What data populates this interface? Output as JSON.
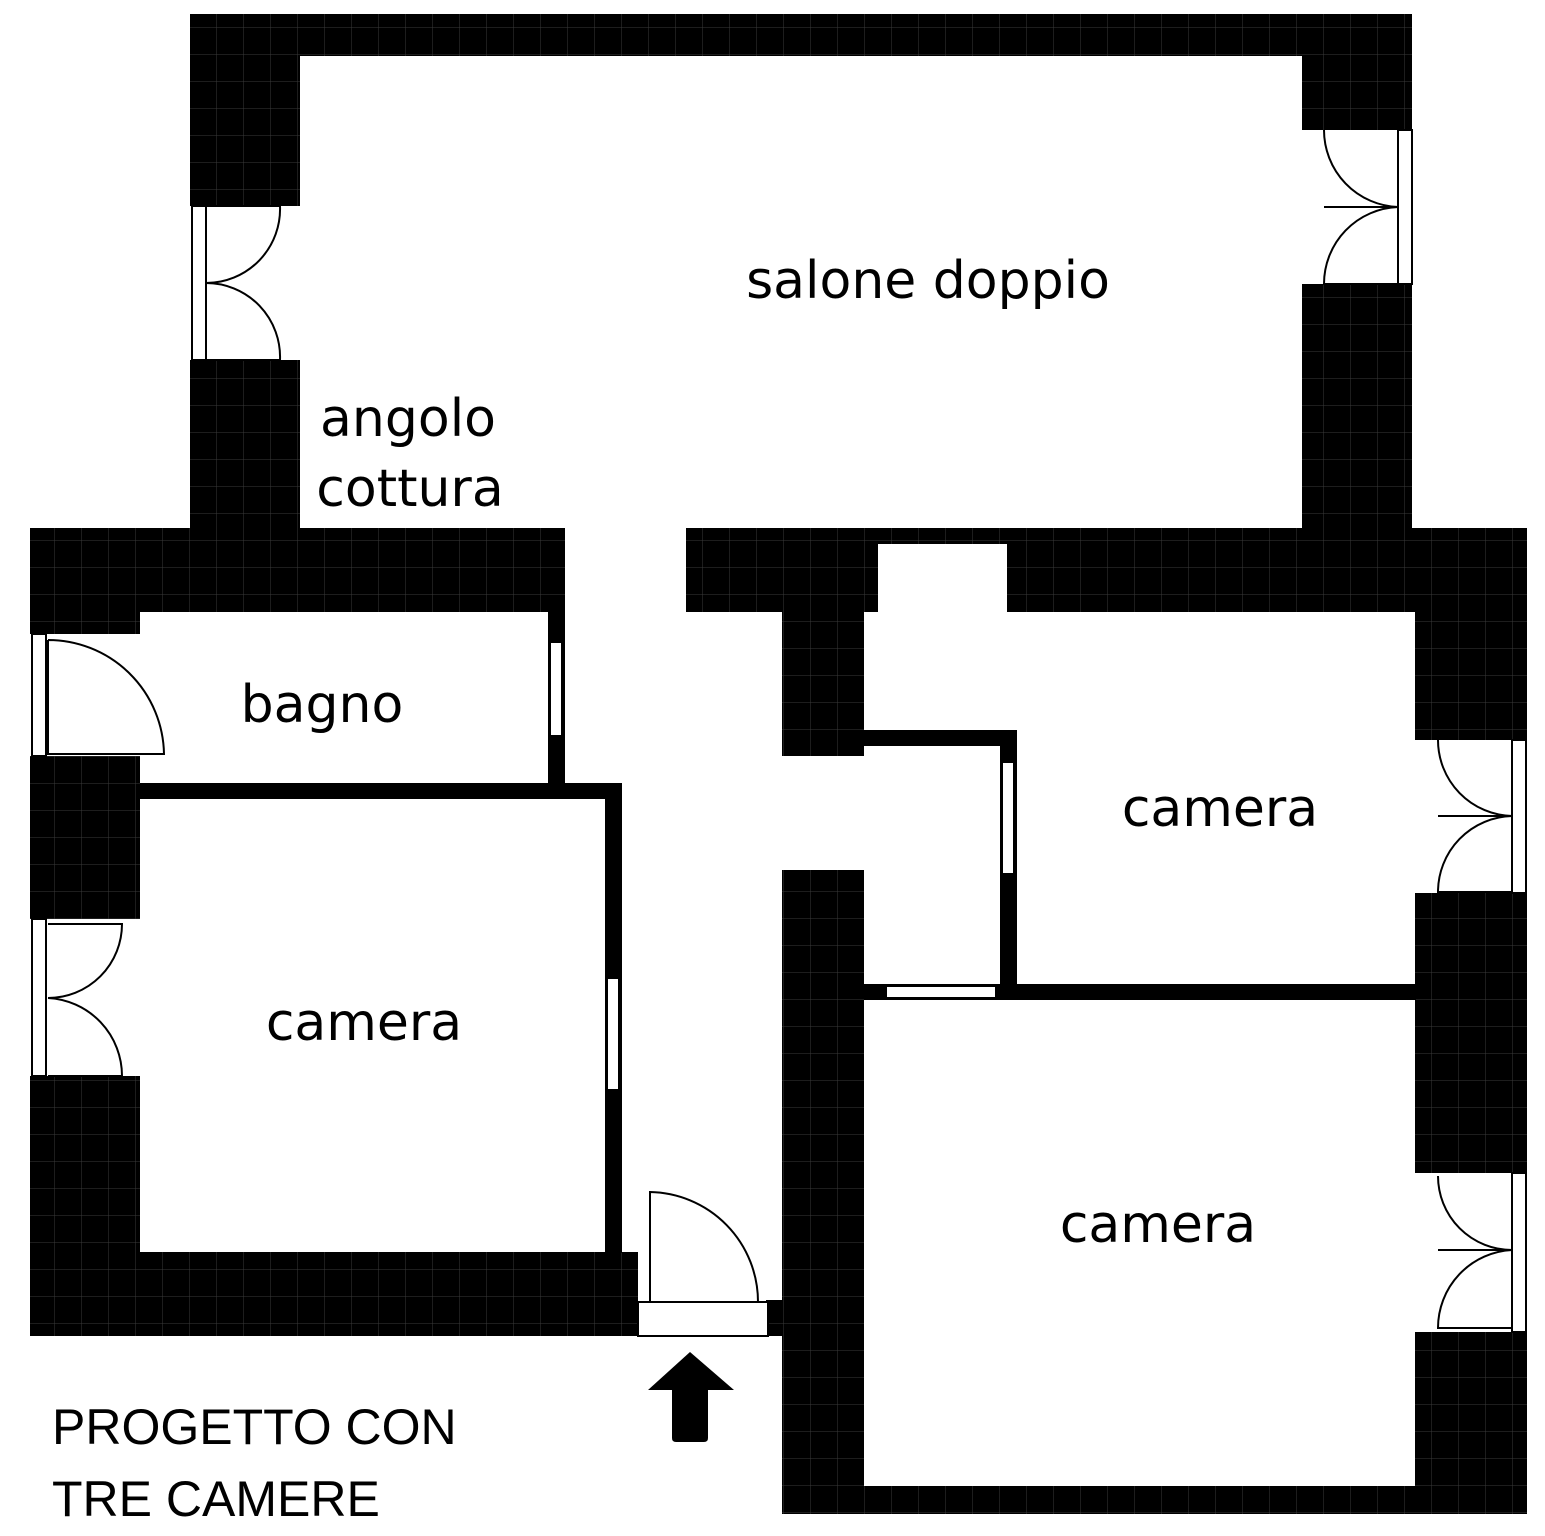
{
  "rooms": {
    "salone": "salone doppio",
    "angolo_line1": "angolo",
    "angolo_line2": "cottura",
    "bagno": "bagno",
    "camera_left": "camera",
    "camera_right_top": "camera",
    "camera_right_bottom": "camera"
  },
  "title": {
    "line1": "PROGETTO CON",
    "line2": "TRE CAMERE"
  },
  "colors": {
    "wall": "#000000",
    "wall_grid": "#3a3a3a",
    "background": "#ffffff"
  }
}
